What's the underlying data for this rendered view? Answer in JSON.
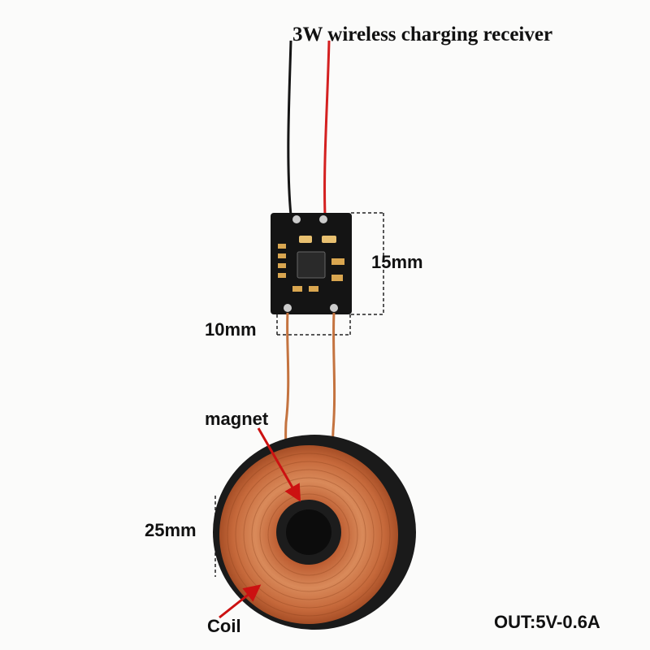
{
  "labels": {
    "title": "3W wireless charging receiver",
    "height": "15mm",
    "width": "10mm",
    "magnet": "magnet",
    "diameter": "25mm",
    "coil": "Coil",
    "output": "OUT:5V-0.6A"
  },
  "colors": {
    "background": "#fbfbfa",
    "pcb": "#111111",
    "copper": "#c96a3a",
    "wire_red": "#d42020",
    "wire_black": "#151515",
    "arrow": "#cc1111"
  }
}
